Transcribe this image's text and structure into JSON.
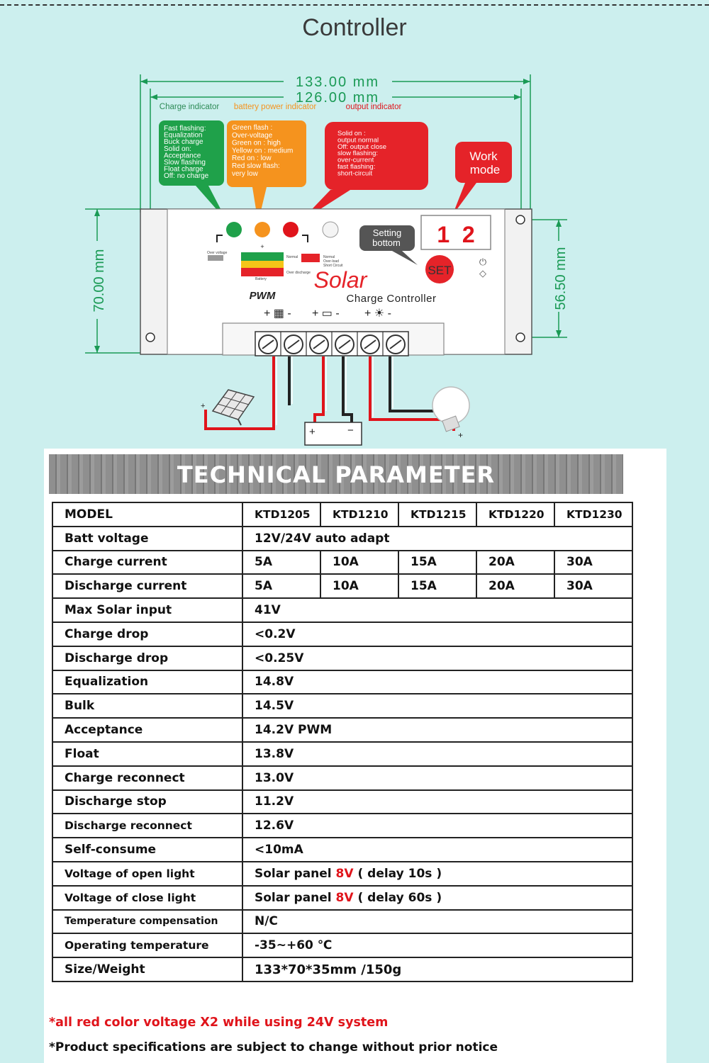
{
  "page_title": "Controller",
  "diagram": {
    "dim_total_width": "133.00 mm",
    "dim_hole_width": "126.00 mm",
    "dim_height": "70.00 mm",
    "dim_hole_height": "56.50 mm",
    "charge_indicator": {
      "title": "Charge indicator",
      "lines": [
        "Fast flashing:",
        "Equalization",
        "Buck charge",
        "Solid on:",
        "Acceptance",
        "Slow flashing",
        "Float charge",
        "Off: no charge"
      ]
    },
    "battery_indicator": {
      "title": "battery power indicator",
      "lines": [
        "Green flash :",
        "Over-voltage",
        "Green on : high",
        "Yellow on : medium",
        "Red on :    low",
        "Red slow flash:",
        "very low"
      ]
    },
    "output_indicator": {
      "title": "output indicator",
      "lines": [
        "Solid on :",
        "output normal",
        "Off: output close",
        "slow flashing:",
        "over-current",
        "fast flashing:",
        "short-circuit"
      ]
    },
    "work_mode": [
      "Work",
      "mode"
    ],
    "setting_button": [
      "Setting",
      "bottom"
    ],
    "display_digits": "1  2",
    "set_label": "SET",
    "brand_script": "Solar",
    "pwm_label": "PWM",
    "product_label": "Charge Controller",
    "panel_small_labels": [
      "Over voltage",
      "Normal",
      "Over discharge",
      "Battery",
      "Normal",
      "Over-load",
      "Short Circuit"
    ],
    "terminal_count": 6
  },
  "params": {
    "banner": "TECHNICAL PARAMETER",
    "model_label": "MODEL",
    "models": [
      "KTD1205",
      "KTD1210",
      "KTD1215",
      "KTD1220",
      "KTD1230"
    ],
    "batt_voltage": {
      "label": "Batt voltage",
      "value": "12V/24V auto adapt"
    },
    "charge_current": {
      "label": "Charge current",
      "values": [
        "5A",
        "10A",
        "15A",
        "20A",
        "30A"
      ]
    },
    "discharge_current": {
      "label": "Discharge current",
      "values": [
        "5A",
        "10A",
        "15A",
        "20A",
        "30A"
      ]
    },
    "max_solar_input": {
      "label": "Max Solar input",
      "value": "41V"
    },
    "charge_drop": {
      "label": "Charge drop",
      "value": "<0.2V"
    },
    "discharge_drop": {
      "label": "Discharge drop",
      "value": "<0.25V"
    },
    "equalization": {
      "label": "Equalization",
      "value": "14.8V"
    },
    "bulk": {
      "label": "Bulk",
      "value": "14.5V"
    },
    "acceptance": {
      "label": "Acceptance",
      "value": "14.2V PWM"
    },
    "float": {
      "label": "Float",
      "value": "13.8V"
    },
    "charge_reconnect": {
      "label": "Charge reconnect",
      "value": "13.0V"
    },
    "discharge_stop": {
      "label": "Discharge stop",
      "value": "11.2V"
    },
    "discharge_reconnect": {
      "label": "Discharge reconnect",
      "value": "12.6V"
    },
    "self_consume": {
      "label": "Self-consume",
      "value": "<10mA"
    },
    "open_light": {
      "label": "Voltage of open light",
      "prefix": "Solar panel ",
      "volt": "8V",
      "suffix": " ( delay 10s )"
    },
    "close_light": {
      "label": "Voltage of close light",
      "prefix": "Solar panel ",
      "volt": "8V",
      "suffix": " ( delay 60s )"
    },
    "temp_comp": {
      "label": "Temperature compensation",
      "value": "N/C"
    },
    "operating_temp": {
      "label": "Operating temperature",
      "value": "-35~+60 ℃"
    },
    "size_weight": {
      "label": "Size/Weight",
      "value": "133*70*35mm /150g"
    }
  },
  "notes": {
    "red_note": "*all red color voltage X2 while using 24V system",
    "disclaimer": "*Product specifications are subject to change without prior notice"
  },
  "colors": {
    "background": "#ccefee",
    "red": "#e0141b",
    "green": "#1fa14a",
    "orange": "#f5931e"
  }
}
